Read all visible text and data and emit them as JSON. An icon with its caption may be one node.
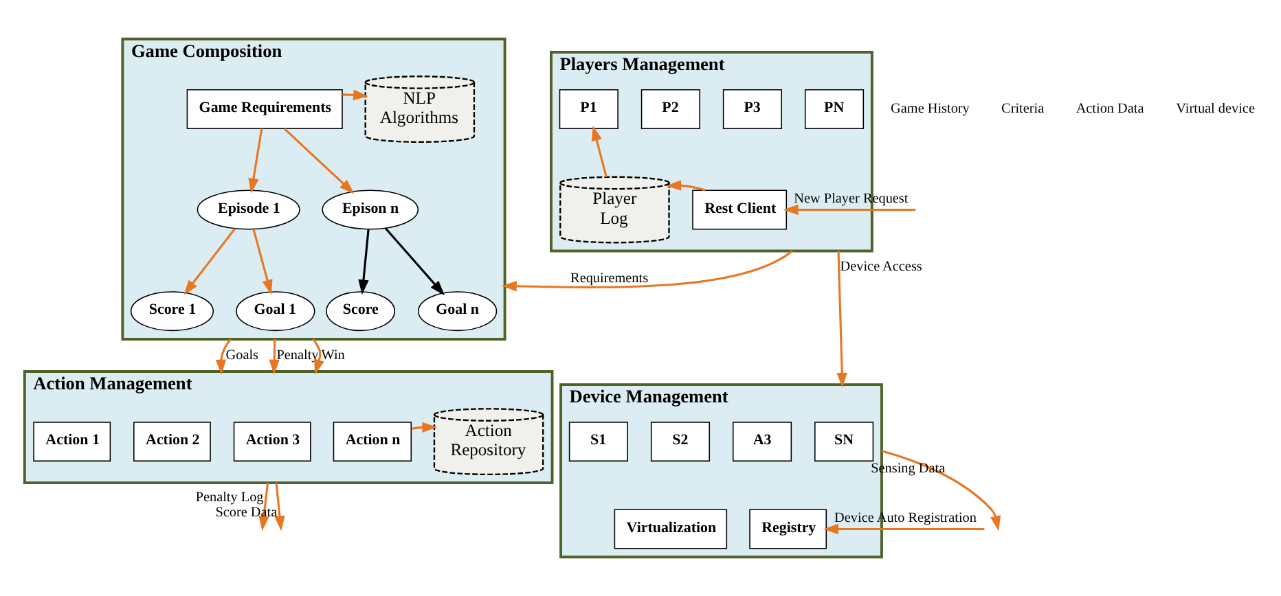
{
  "diagram": {
    "nodes": [
      {
        "text": [
          "Game Composition"
        ]
      },
      {
        "text": [
          "Game Requirements"
        ],
        "in": 0
      },
      {
        "text": [
          "NLP Algorithms"
        ],
        "in": 0
      },
      {
        "text": [
          "Episode 1"
        ],
        "in": 0
      },
      {
        "text": [
          "Epison n"
        ],
        "in": 0
      },
      {
        "text": [
          "Goal 1"
        ],
        "in": 0
      },
      {
        "text": [
          "Score 1"
        ],
        "in": 0
      },
      {
        "text": [
          "Goal n"
        ],
        "in": 0
      },
      {
        "text": [
          "Score"
        ],
        "in": 0
      },
      {
        "text": [
          "Players Management"
        ]
      },
      {
        "text": [
          "P1"
        ],
        "in": 9
      },
      {
        "text": [
          "P2"
        ],
        "in": 9
      },
      {
        "text": [
          "P3"
        ],
        "in": 9
      },
      {
        "text": [
          "PN"
        ],
        "in": 9
      },
      {
        "text": [
          "Player Log"
        ],
        "in": 9
      },
      {
        "text": [
          "Rest Client"
        ],
        "in": 9
      },
      {
        "text": [
          "Action Management"
        ]
      },
      {
        "text": [
          "Action 1"
        ],
        "in": 16
      },
      {
        "text": [
          "Action 2"
        ],
        "in": 16
      },
      {
        "text": [
          "Action 3"
        ],
        "in": 16
      },
      {
        "text": [
          "Action n"
        ],
        "in": 16
      },
      {
        "text": [
          "Action Repository"
        ],
        "in": 16
      },
      {
        "text": [
          "Device Management"
        ]
      },
      {
        "text": [
          "S1"
        ],
        "in": 22
      },
      {
        "text": [
          "S2"
        ],
        "in": 22
      },
      {
        "text": [
          "A3"
        ],
        "in": 22
      },
      {
        "text": [
          "SN"
        ],
        "in": 22
      },
      {
        "text": [
          "Virtualization"
        ],
        "in": 22
      },
      {
        "text": [
          "Registry"
        ],
        "in": 22
      }
    ],
    "edges": [
      {
        "from": 1,
        "to": 2,
        "arrow": "to"
      },
      {
        "from": 1,
        "to": 3,
        "arrow": "to"
      },
      {
        "from": 1,
        "to": 4,
        "arrow": "to"
      },
      {
        "from": 3,
        "to": 5,
        "arrow": "to"
      },
      {
        "from": 3,
        "to": 6,
        "arrow": "to"
      },
      {
        "from": 4,
        "to": 7,
        "arrow": "to",
        "color": "#000000"
      },
      {
        "from": 4,
        "to": 8,
        "arrow": "to",
        "color": "#000000"
      },
      {
        "from": 14,
        "to": 10,
        "arrow": "to"
      },
      {
        "from": 15,
        "to": 14,
        "arrow": "to"
      },
      {
        "from": null,
        "to": 15,
        "arrow": "to",
        "label": "New Player Request"
      },
      {
        "from": 20,
        "to": 21,
        "arrow": "to"
      },
      {
        "from": null,
        "to": 28,
        "arrow": "to",
        "label": "Device Auto Registration"
      },
      {
        "from": 0,
        "to": 16,
        "arrow": "to",
        "label": "Goals"
      },
      {
        "from": 0,
        "to": 16,
        "arrow": "to",
        "label": "Penalty"
      },
      {
        "from": 0,
        "to": 16,
        "arrow": "to",
        "label": "Win"
      },
      {
        "from": 9,
        "to": 0,
        "arrow": "to",
        "label": "Requirements"
      },
      {
        "from": 9,
        "to": 22,
        "arrow": "to",
        "label": "Device Access"
      },
      {
        "from": 16,
        "to": null,
        "arrow": "to",
        "label": "Penalty Log"
      },
      {
        "from": 16,
        "to": null,
        "arrow": "to",
        "label": "Score Data"
      },
      {
        "from": 22,
        "to": null,
        "arrow": "to",
        "label": "Sensing Data"
      }
    ],
    "labels": [
      "Game History",
      "Criteria",
      "Action Data",
      "Virtual device"
    ]
  }
}
